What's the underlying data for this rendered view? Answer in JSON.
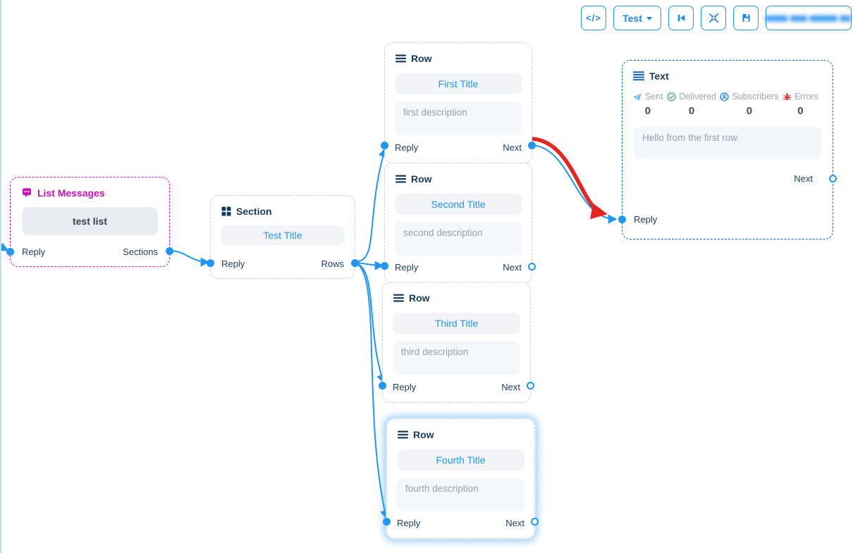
{
  "colors": {
    "accent_blue": "#2196f3",
    "navy_text": "#163a59",
    "magenta": "#cb12b8",
    "red_edge": "#e8251d",
    "gray_node_border": "#c9ced6",
    "blue_node_border": "#1565c0",
    "green_check": "#43b463"
  },
  "toolbar": {
    "code_button_label": "</>",
    "test_dropdown_label": "Test",
    "redacted_button_label": "▆▆▆▆ ▆▆▆ ▆▆▆▆▆ ▆▆"
  },
  "nodes": {
    "list_messages": {
      "title": "List Messages",
      "button_label": "test list",
      "reply_label": "Reply",
      "right_label": "Sections"
    },
    "section": {
      "title": "Section",
      "button_label": "Test Title",
      "reply_label": "Reply",
      "right_label": "Rows"
    },
    "rows": [
      {
        "title": "Row",
        "item_title": "First Title",
        "description": "first description",
        "reply_label": "Reply",
        "next_label": "Next"
      },
      {
        "title": "Row",
        "item_title": "Second Title",
        "description": "second description",
        "reply_label": "Reply",
        "next_label": "Next"
      },
      {
        "title": "Row",
        "item_title": "Third Title",
        "description": "third description",
        "reply_label": "Reply",
        "next_label": "Next"
      },
      {
        "title": "Row",
        "item_title": "Fourth Title",
        "description": "fourth description",
        "reply_label": "Reply",
        "next_label": "Next"
      }
    ],
    "text": {
      "title": "Text",
      "stats": [
        {
          "label": "Sent",
          "value": "0"
        },
        {
          "label": "Delivered",
          "value": "0"
        },
        {
          "label": "Subscribers",
          "value": "0"
        },
        {
          "label": "Errors",
          "value": "0"
        }
      ],
      "message": "Hello from the first row.",
      "next_label": "Next",
      "reply_label": "Reply"
    }
  },
  "graph_edges": [
    {
      "from": "list-messages.sections",
      "to": "section.reply",
      "color": "blue"
    },
    {
      "from": "section.rows",
      "to": "row-1.reply",
      "color": "blue"
    },
    {
      "from": "section.rows",
      "to": "row-2.reply",
      "color": "blue"
    },
    {
      "from": "section.rows",
      "to": "row-3.reply",
      "color": "blue"
    },
    {
      "from": "section.rows",
      "to": "row-4.reply",
      "color": "blue"
    },
    {
      "from": "row-1.next",
      "to": "text.reply",
      "color": "blue"
    },
    {
      "from": "row-1.next",
      "to": "text.reply",
      "color": "red-highlight"
    }
  ]
}
